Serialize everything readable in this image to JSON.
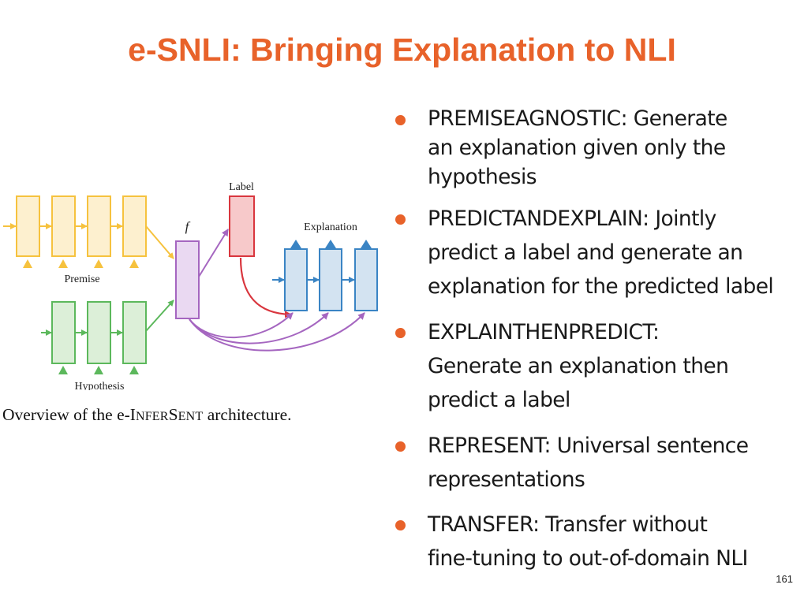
{
  "title": "e-SNLI: Bringing Explanation to NLI",
  "diagram": {
    "label_text": "Label",
    "f_text": "f",
    "explanation_text": "Explanation",
    "premise_text": "Premise",
    "hypothesis_text": "Hypothesis",
    "colors": {
      "premise": "#f6c23e",
      "hypothesis": "#5cb85c",
      "f": "#a566c0",
      "label": "#d9363e",
      "explanation": "#3a84c4"
    }
  },
  "caption": {
    "pre": "Overview of the e-",
    "sc1_big": "I",
    "sc1_small": "NFER",
    "sc2_big": "S",
    "sc2_small": "ENT",
    "post": " architecture."
  },
  "bullets": [
    {
      "lines": [
        "PREMISEAGNOSTIC: Generate",
        "an explanation given only the",
        "hypothesis"
      ]
    },
    {
      "lines": [
        "PREDICTANDEXPLAIN: Jointly",
        "predict a label and generate an",
        "explanation for the predicted label"
      ]
    },
    {
      "lines": [
        "EXPLAINTHENPREDICT:",
        "Generate an explanation then",
        "predict a label"
      ]
    },
    {
      "lines": [
        "REPRESENT: Universal sentence",
        "representations"
      ]
    },
    {
      "lines": [
        "TRANSFER: Transfer without",
        "fine-tuning to out-of-domain NLI"
      ]
    }
  ],
  "page_number": "161"
}
